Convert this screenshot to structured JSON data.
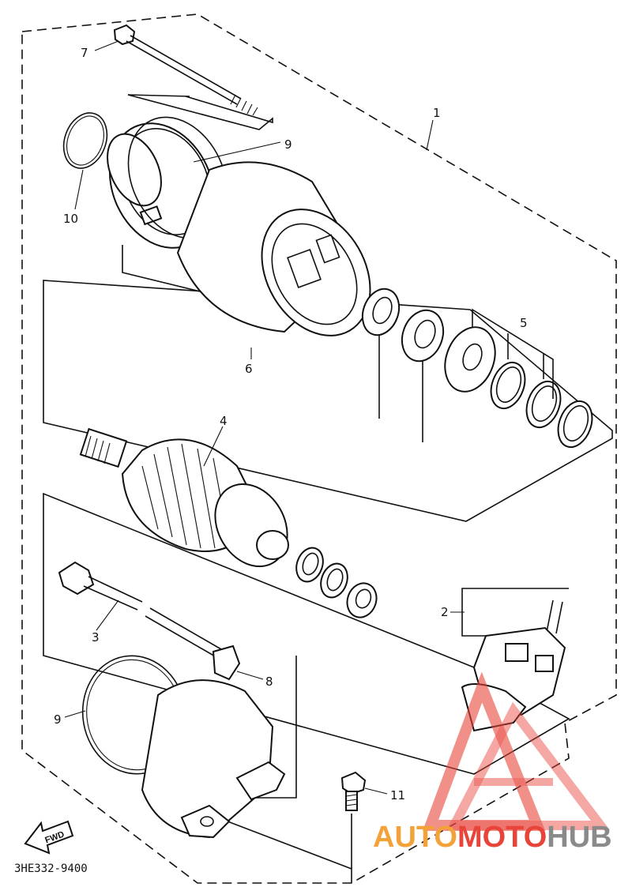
{
  "callouts": {
    "c1": "1",
    "c2": "2",
    "c3": "3",
    "c4": "4",
    "c5": "5",
    "c6": "6",
    "c7": "7",
    "c8": "8",
    "c9_top": "9",
    "c9_bottom": "9",
    "c10": "10",
    "c11": "11"
  },
  "diagram_code": "3HE332-9400",
  "fwd_label": "FWD",
  "watermark": {
    "part1": "AUTO",
    "part2": "MOTO",
    "part3": "HUB",
    "color_orange": "#f3a23a",
    "color_red": "#e8443a",
    "color_gray": "#8a8a8a"
  }
}
